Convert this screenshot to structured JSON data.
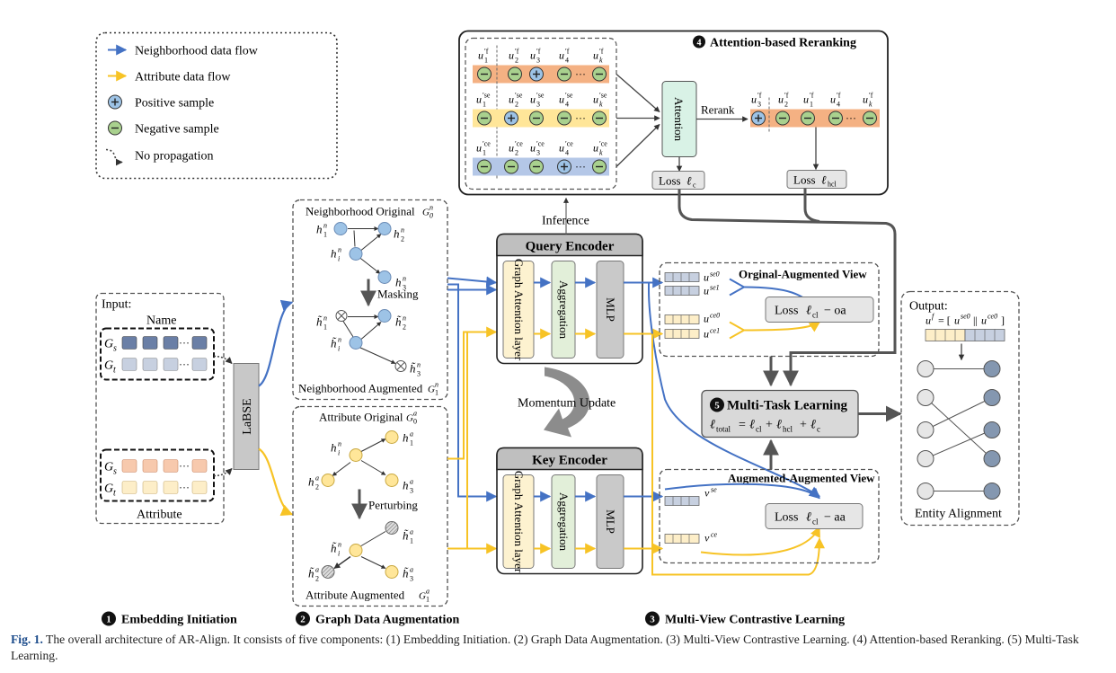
{
  "legend": [
    {
      "label": "Neighborhood data flow",
      "icon": "blue-arrow-icon"
    },
    {
      "label": "Attribute data flow",
      "icon": "yellow-arrow-icon"
    },
    {
      "label": "Positive sample",
      "icon": "plus-circle-icon"
    },
    {
      "label": "Negative sample",
      "icon": "minus-circle-icon"
    },
    {
      "label": "No propagation",
      "icon": "dotted-arrow-icon"
    }
  ],
  "colors": {
    "blue": "#4472c4",
    "yellow": "#f7c325",
    "encoder_header": "#bfbfbf",
    "graph_attention": "#fdf2d0",
    "aggregation": "#e2efd9",
    "mlp": "#c9c9c9",
    "attention": "#d9f2e6",
    "orange_row": "#f4b183",
    "yellow_row": "#ffe699",
    "blue_row": "#b4c7e7"
  },
  "input": {
    "title": "Input:",
    "name_label": "Name",
    "attr_label": "Attribute",
    "gs": "G",
    "gs_sub": "s",
    "gt": "G",
    "gt_sub": "t",
    "dots": "···",
    "labse": "LaBSE"
  },
  "augmentation": {
    "neigh_original": "Neighborhood Original",
    "neigh_augmented": "Neighborhood Augmented",
    "attr_original": "Attribute Original",
    "attr_augmented": "Attribute Augmented",
    "masking": "Masking",
    "perturbing": "Perturbing"
  },
  "encoders": {
    "query": "Query Encoder",
    "key": "Key Encoder",
    "graph_attention": "Graph Attention layer",
    "aggregation": "Aggregation",
    "mlp": "MLP",
    "momentum": "Momentum Update",
    "inference": "Inference"
  },
  "reranking": {
    "title": "Attention-based Reranking",
    "attention": "Attention",
    "rerank": "Rerank",
    "loss_c": "Loss",
    "loss_hcl": "Loss"
  },
  "views": {
    "orig_aug": "Orginal-Augmented View",
    "aug_aug": "Augmented-Augmented View",
    "loss_oa": "Loss",
    "loss_aa": "Loss"
  },
  "multitask": {
    "title": "Multi-Task Learning"
  },
  "output": {
    "title": "Output:",
    "entity_alignment": "Entity Alignment"
  },
  "sections": {
    "s1": "Embedding Initiation",
    "s2": "Graph Data Augmentation",
    "s3": "Multi-View Contrastive Learning",
    "s4": "Attention-based Reranking",
    "s5": "Multi-Task Learning"
  },
  "badges": {
    "b1": "1",
    "b2": "2",
    "b3": "3",
    "b4": "4",
    "b5": "5"
  },
  "caption": {
    "label": "Fig. 1.",
    "text": "The overall architecture of AR-Align. It consists of five components: (1) Embedding Initiation. (2) Graph Data Augmentation. (3) Multi-View Contrastive Learning. (4) Attention-based Reranking. (5) Multi-Task Learning."
  }
}
